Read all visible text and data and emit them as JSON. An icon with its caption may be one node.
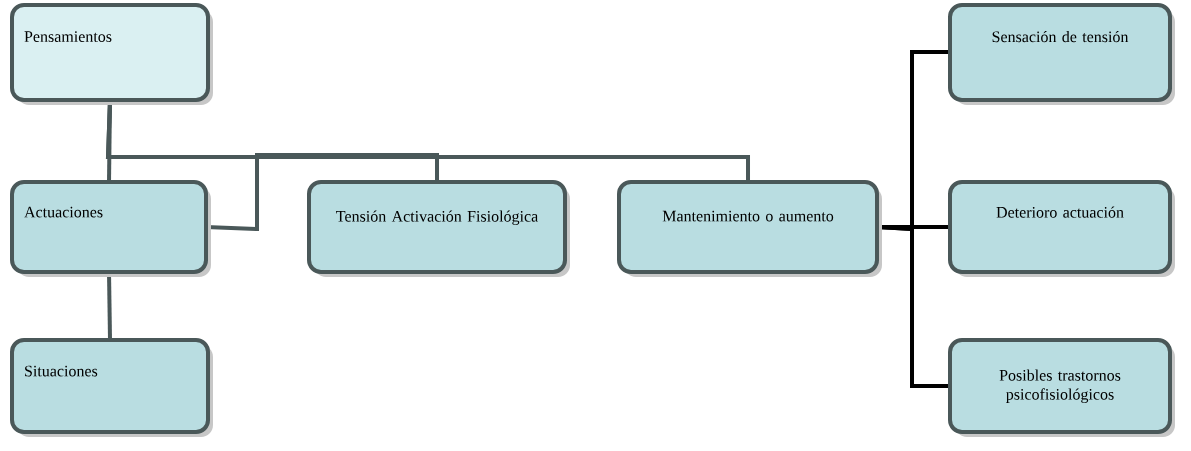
{
  "diagram": {
    "nodes": [
      {
        "text": [
          "Pensamientos"
        ]
      },
      {
        "text": [
          "Actuaciones"
        ]
      },
      {
        "text": [
          "Situaciones"
        ]
      },
      {
        "text": [
          "Tensión Activación Fisiológica"
        ]
      },
      {
        "text": [
          "Mantenimiento o aumento"
        ]
      },
      {
        "text": [
          "Sensación de tensión"
        ]
      },
      {
        "text": [
          "Deterioro actuación"
        ]
      },
      {
        "text": [
          "Posibles trastornos psicofisiológicos"
        ]
      }
    ],
    "edges": [
      {
        "from": 0,
        "to": 1,
        "arrow": "none"
      },
      {
        "from": 0,
        "to": 3,
        "arrow": "none"
      },
      {
        "from": 0,
        "to": 4,
        "arrow": "none"
      },
      {
        "from": 1,
        "to": 3,
        "arrow": "none"
      },
      {
        "from": 1,
        "to": 2,
        "arrow": "none"
      },
      {
        "from": 4,
        "to": 5,
        "arrow": "none",
        "color": "#000000"
      },
      {
        "from": 4,
        "to": 6,
        "arrow": "none",
        "color": "#000000"
      },
      {
        "from": 4,
        "to": 7,
        "arrow": "none",
        "color": "#000000"
      }
    ]
  }
}
